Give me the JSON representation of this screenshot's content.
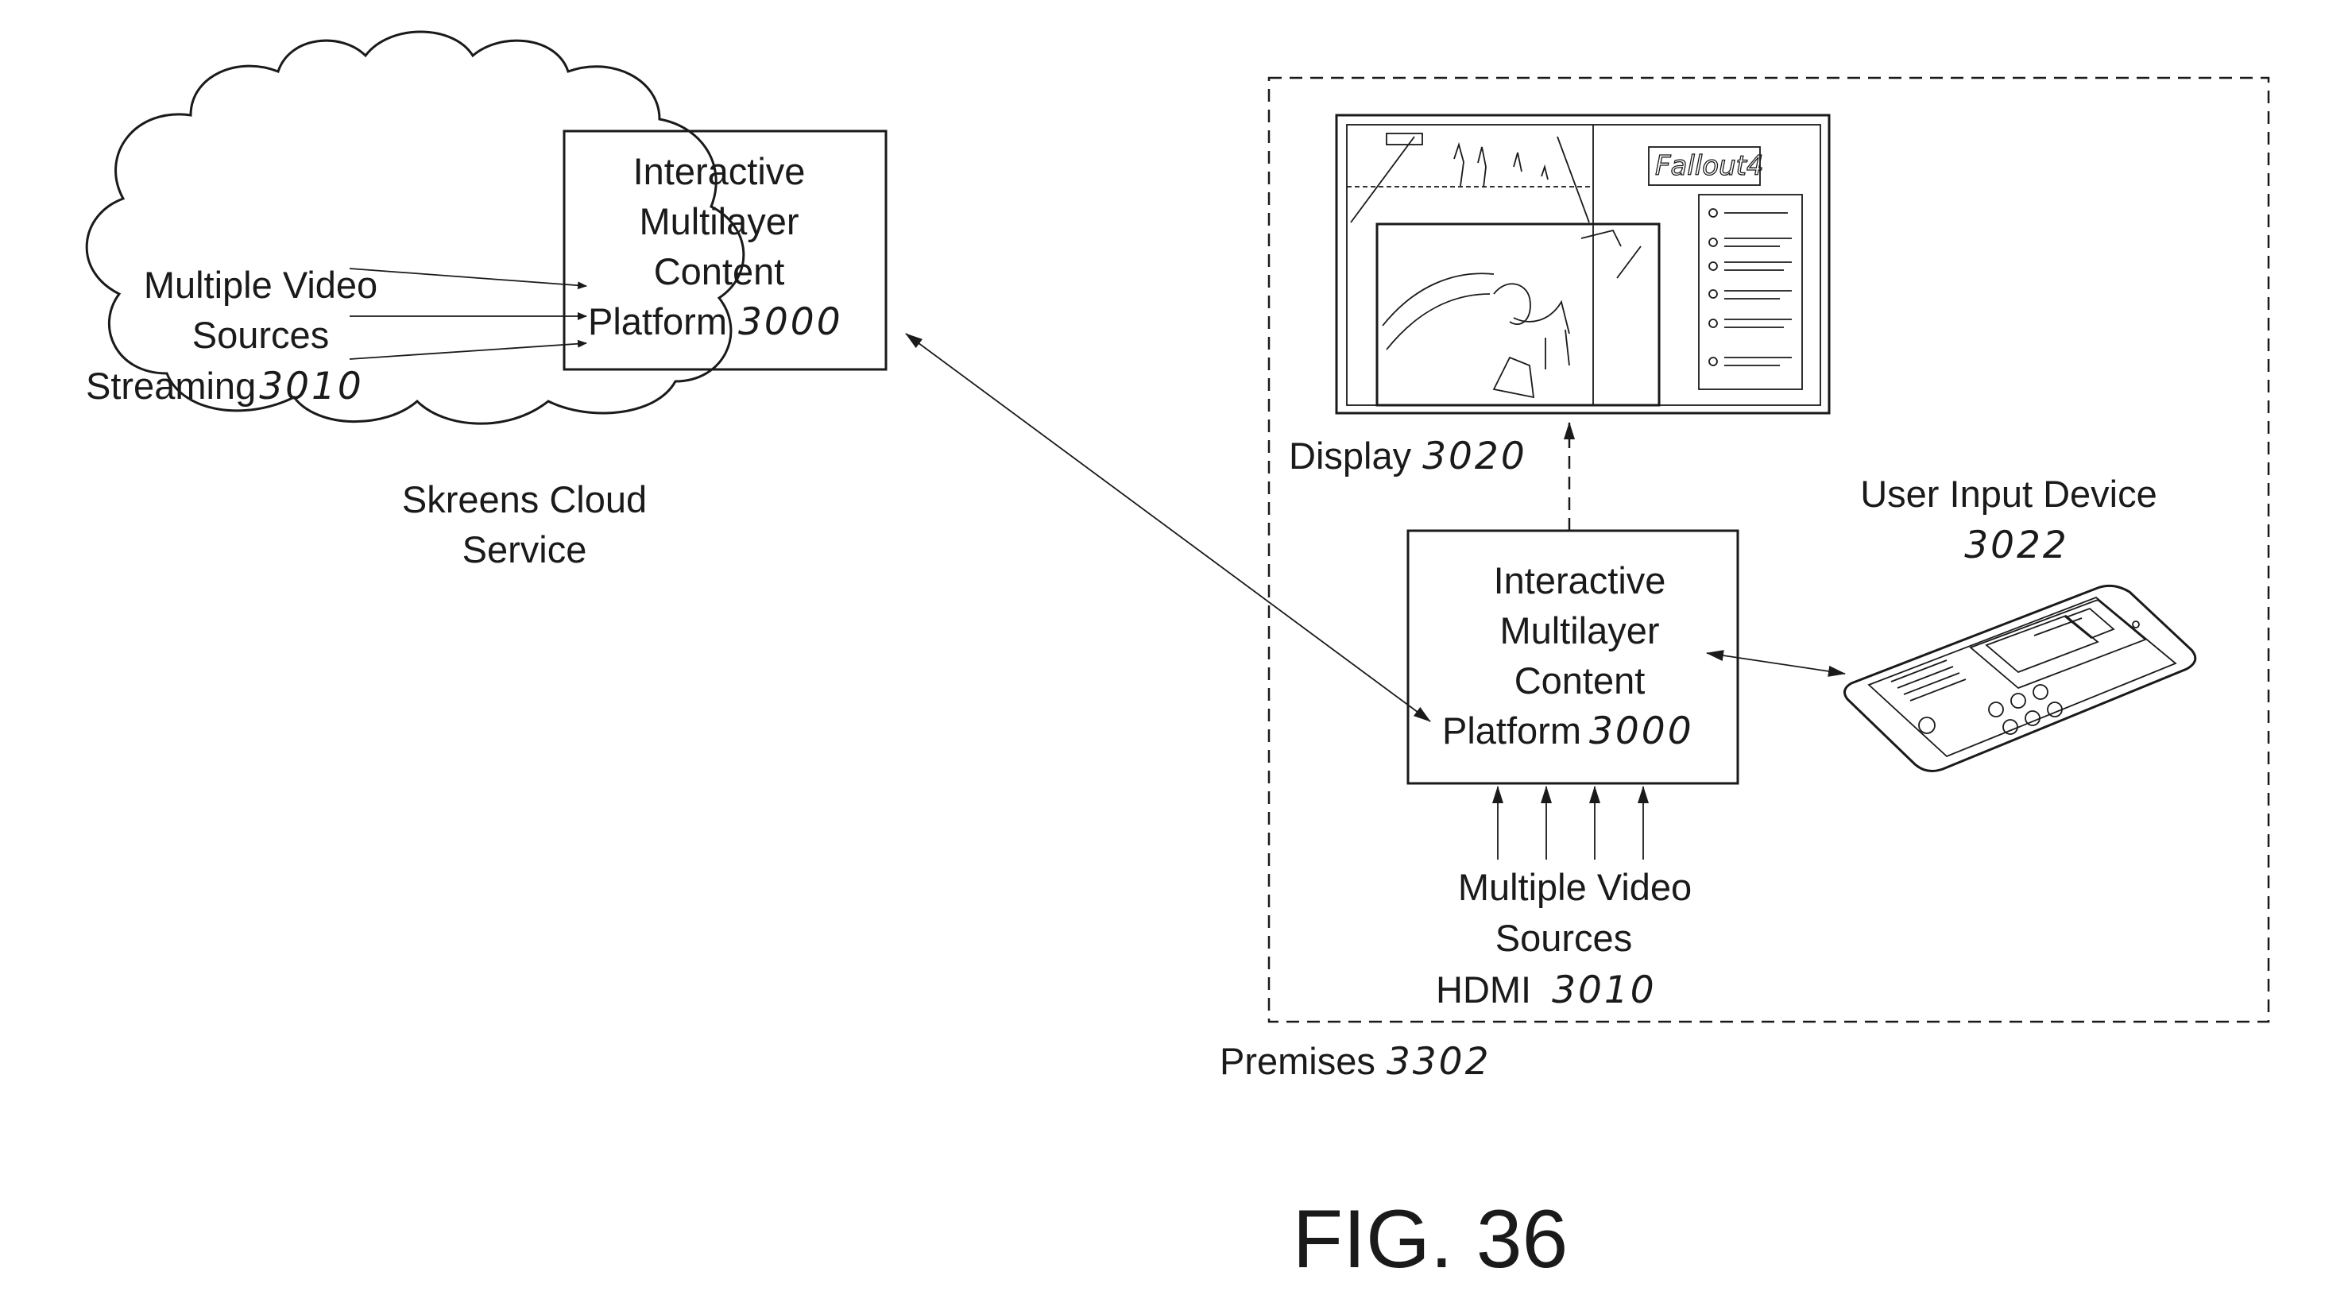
{
  "cloud": {
    "platform": {
      "lines": [
        "Interactive",
        "Multilayer",
        "Content",
        "Platform"
      ],
      "ref": "3000"
    },
    "sources": {
      "lines": [
        "Multiple Video",
        "Sources",
        "Streaming"
      ],
      "ref": "3010"
    },
    "service": {
      "lines": [
        "Skreens Cloud",
        "Service"
      ]
    }
  },
  "premises": {
    "label": "Premises",
    "ref": "3302",
    "display": {
      "label": "Display",
      "ref": "3020",
      "game_logo": "Fallout4"
    },
    "platform": {
      "lines": [
        "Interactive",
        "Multilayer",
        "Content",
        "Platform"
      ],
      "ref": "3000"
    },
    "user_input": {
      "label": "User Input Device",
      "ref": "3022"
    },
    "sources": {
      "lines": [
        "Multiple Video",
        "Sources",
        "HDMI"
      ],
      "ref": "3010"
    }
  },
  "figure": {
    "label": "FIG. 36"
  }
}
